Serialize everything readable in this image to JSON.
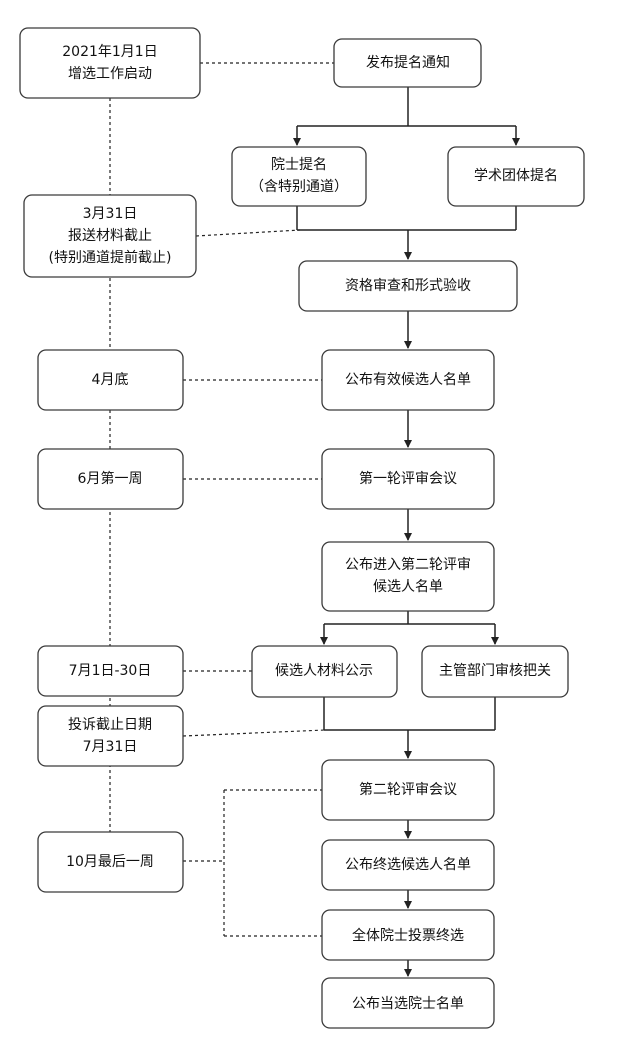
{
  "timeline": {
    "start": "2021年1月1日\n增选工作启动",
    "materials_deadline": "3月31日\n报送材料截止\n(特别通道提前截止)",
    "end_of_april": "4月底",
    "june_week1": "6月第一周",
    "july_1_30": "7月1日-30日",
    "complaint_deadline": "投诉截止日期\n7月31日",
    "october_last_week": "10月最后一周"
  },
  "steps": {
    "publish_notice": "发布提名通知",
    "academician_nomination": "院士提名\n（含特别通道）",
    "academic_group_nomination": "学术团体提名",
    "qualification_review": "资格审查和形式验收",
    "valid_candidates_list": "公布有效候选人名单",
    "first_round_review": "第一轮评审会议",
    "second_round_candidates": "公布进入第二轮评审\n候选人名单",
    "candidate_materials_publicity": "候选人材料公示",
    "department_review": "主管部门审核把关",
    "second_round_review": "第二轮评审会议",
    "final_candidates_list": "公布终选候选人名单",
    "all_academicians_vote": "全体院士投票终选",
    "elected_list": "公布当选院士名单"
  }
}
